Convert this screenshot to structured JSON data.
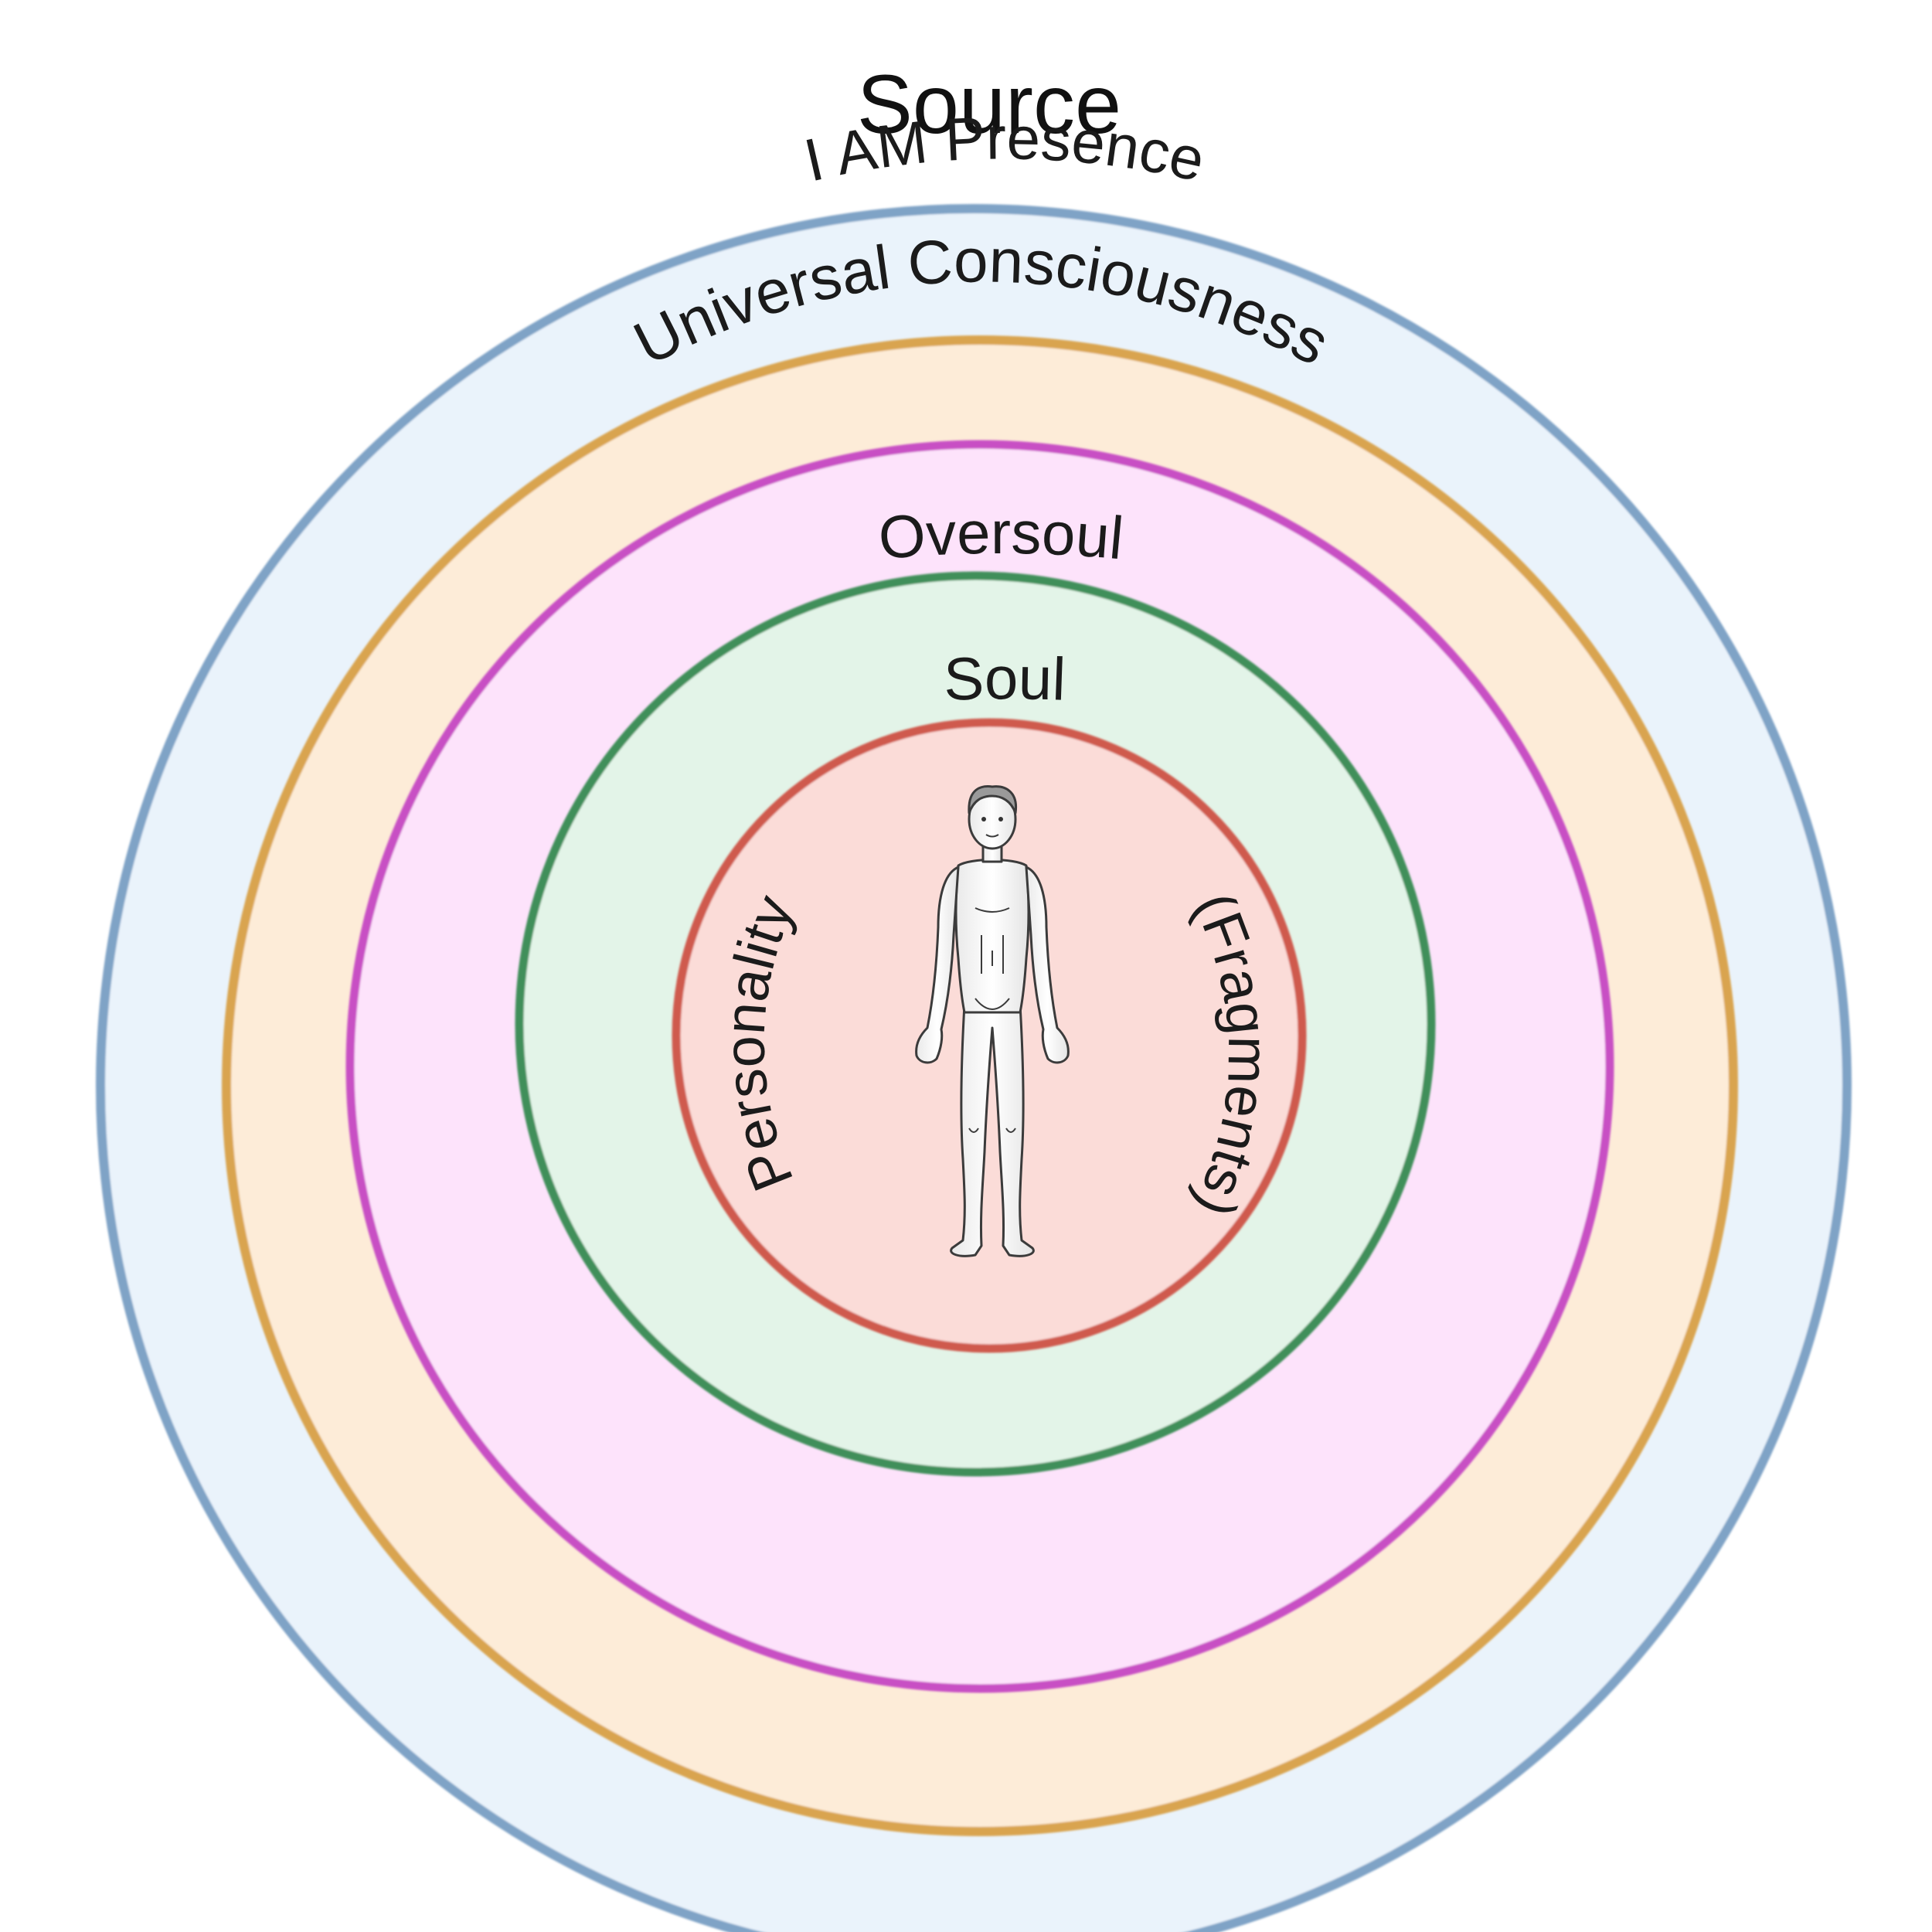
{
  "diagram": {
    "labels": {
      "source": "Source",
      "i_am_presence": "I AM Presence",
      "universal_consciousness": "Universal Consciousness",
      "oversoul": "Oversoul",
      "soul": "Soul",
      "personality": "Personality",
      "fragments": "(Fragments)"
    },
    "colors": {
      "source_ring_stroke": "#7fa3c6",
      "source_ring_fill": "#eaf3fb",
      "i_am_presence_stroke": "#d9a44f",
      "i_am_presence_fill": "#fdecd8",
      "universal_consciousness_stroke": "#c84fc4",
      "universal_consciousness_fill": "#fde3fb",
      "oversoul_stroke": "#3f8f5a",
      "oversoul_fill": "#e3f4e8",
      "soul_stroke": "#cf5a4e",
      "soul_fill": "#fbdcd8"
    },
    "center_figure": "human-body-figure"
  }
}
